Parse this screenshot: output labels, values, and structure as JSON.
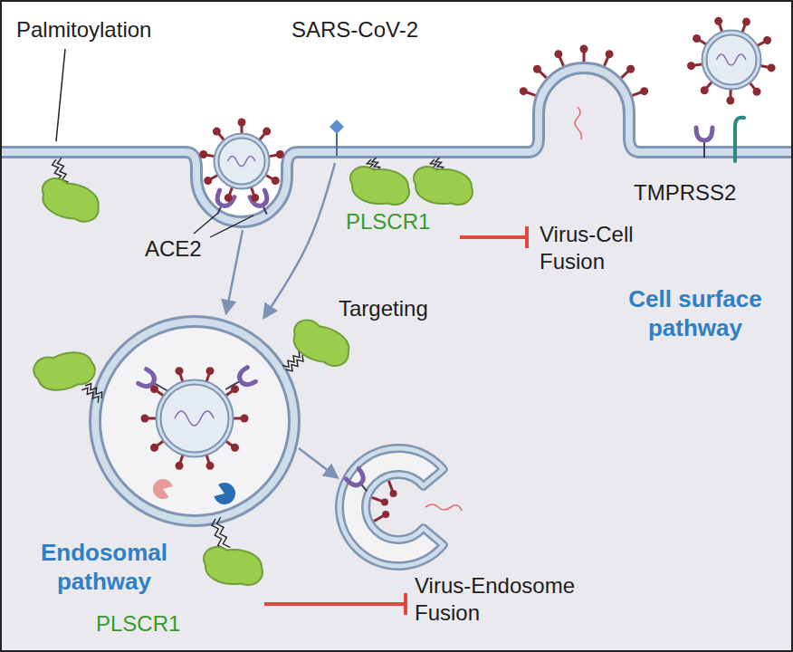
{
  "diagram": {
    "labels": [
      "Palmitoylation",
      "SARS-CoV-2",
      "ACE2",
      "PLSCR1",
      "Targeting",
      "Virus-Cell Fusion",
      "TMPRSS2",
      "Cell surface pathway",
      "Endosomal pathway",
      "PLSCR1",
      "Virus-Endosome Fusion"
    ]
  }
}
